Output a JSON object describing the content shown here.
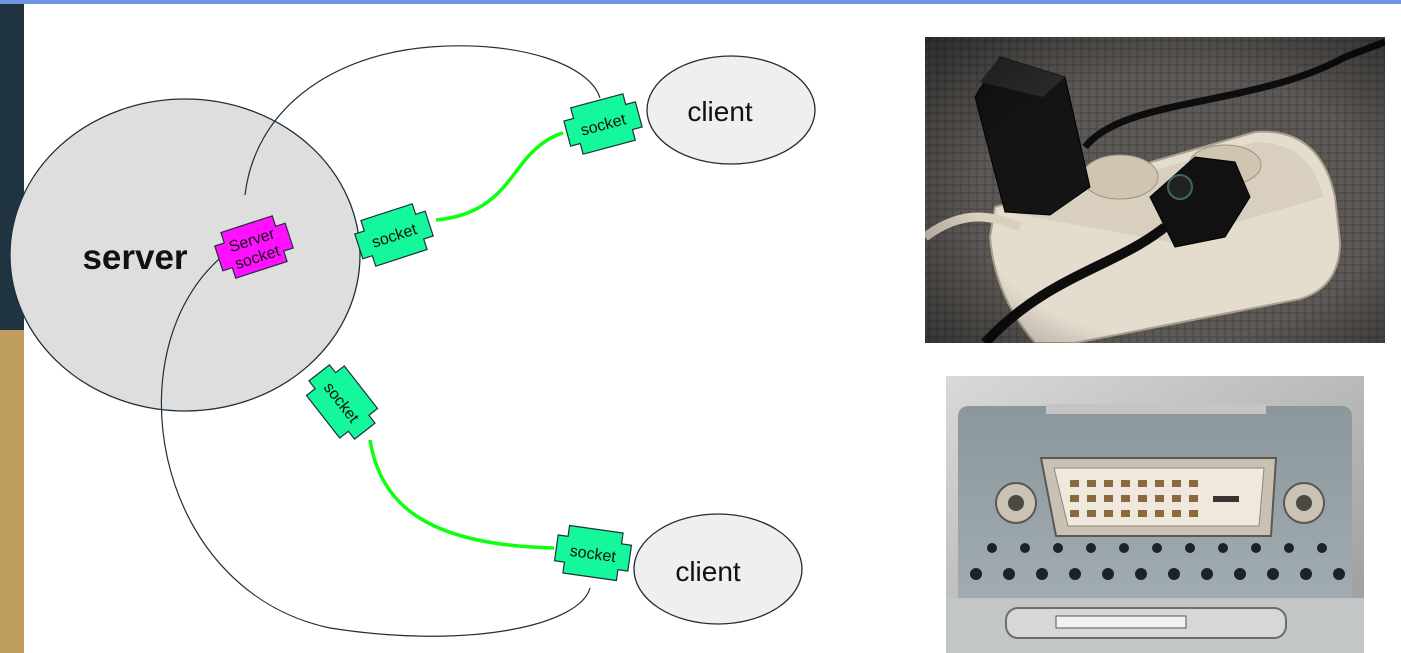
{
  "colors": {
    "accent_bar": "#6d95e0",
    "strip_dark": "#1f3440",
    "strip_gold": "#bf9d5c",
    "node_fill": "#dedede",
    "client_fill": "#efefef",
    "socket_fill": "#15f79b",
    "server_socket_fill": "#ff10ff",
    "connection": "#10ff10",
    "outline": "#1d2f3b"
  },
  "diagram": {
    "server_label": "server",
    "server_socket_line1": "Server",
    "server_socket_line2": "socket",
    "client_top_label": "client",
    "client_bottom_label": "client",
    "socket_label": "socket"
  },
  "photos": {
    "top": "power-strip-with-plugs",
    "bottom": "dvi-port-connector"
  }
}
